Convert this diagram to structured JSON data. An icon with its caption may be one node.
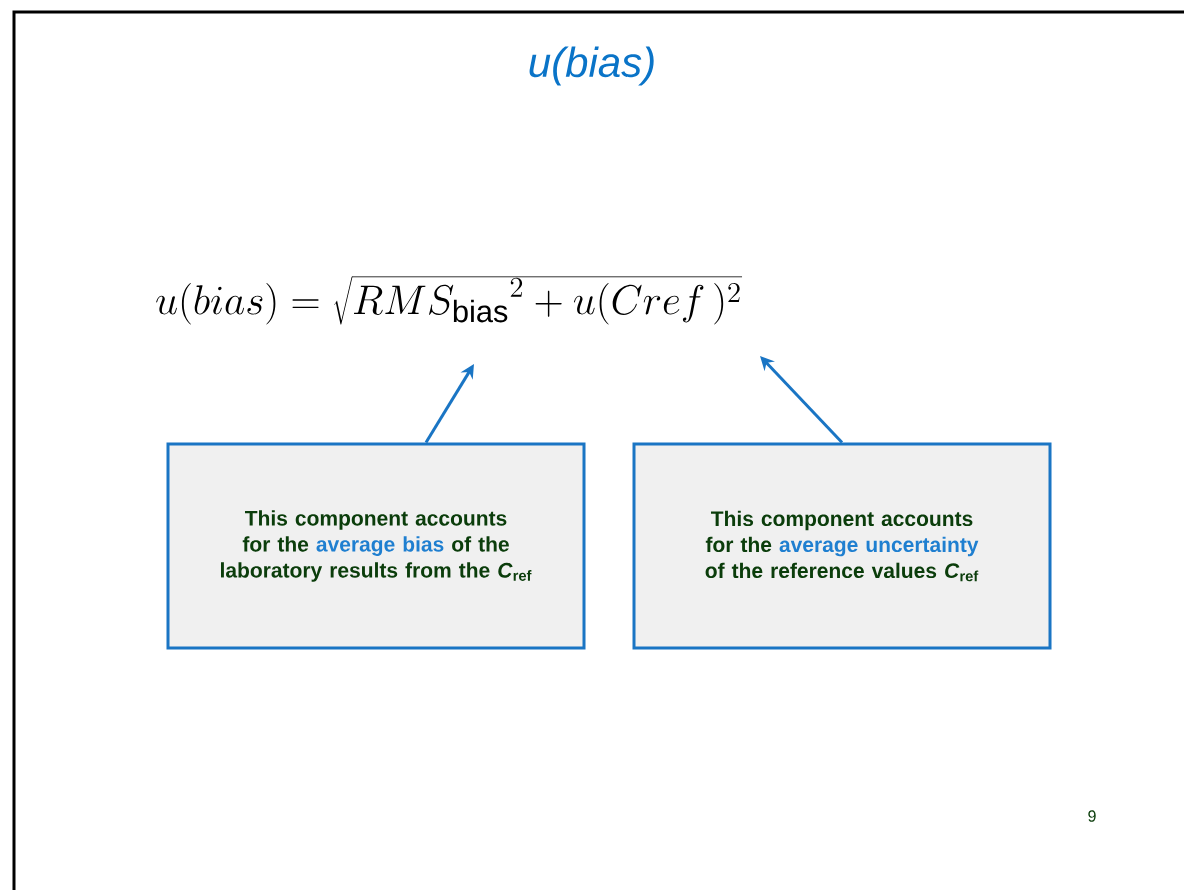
{
  "diagram": {
    "title": "u(bias)",
    "nodes": [
      {
        "text": [
          "This component accounts for the",
          "average bias",
          "of the laboratory results from the *C*$_{ref}$"
        ]
      },
      {
        "text": [
          "This component accounts for the",
          "average uncertainty",
          "of the reference values *C*$_{ref}$"
        ]
      }
    ],
    "edges": [
      {
        "from": 0,
        "to": null,
        "arrow": "to"
      },
      {
        "from": 1,
        "to": null,
        "arrow": "to"
      }
    ],
    "labels": [
      "u(bias)=\\sqrt{{RMS_{\\mathrm{bias}}}^{2}+u(Cref\\,)^{2}}",
      "9"
    ]
  }
}
